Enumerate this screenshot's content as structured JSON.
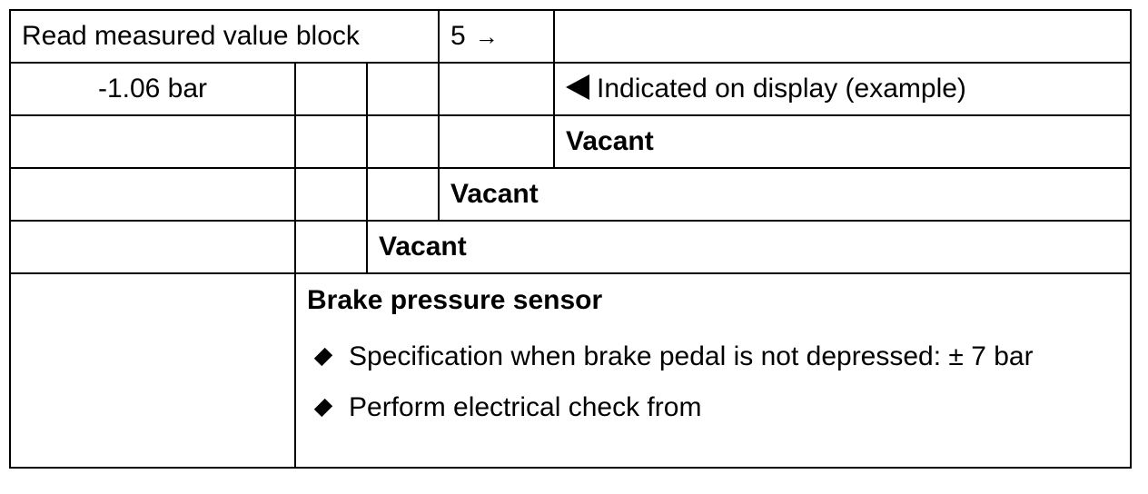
{
  "header": {
    "title": "Read measured value block",
    "block_number": "5",
    "arrow": "→"
  },
  "row_value": {
    "value": "-1.06 bar",
    "display_label": "Indicated on display (example)"
  },
  "fields": {
    "field3": "Vacant",
    "field2": "Vacant",
    "field1": "Vacant"
  },
  "sensor": {
    "title": "Brake pressure sensor",
    "bullets": [
      "Specification when brake pedal is not depressed: ± 7 bar",
      "Perform electrical check from"
    ]
  },
  "icons": {
    "indicator": "triangle-left-icon",
    "bullet": "diamond-bullet-icon"
  }
}
